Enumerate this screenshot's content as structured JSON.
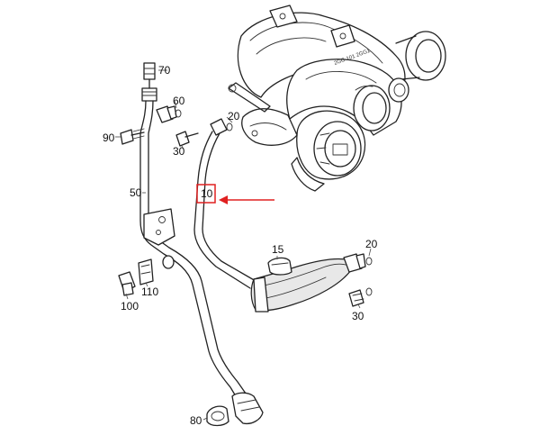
{
  "diagram": {
    "labels": {
      "p70": "70",
      "p60": "60",
      "p90": "90",
      "p20a": "20",
      "p30a": "30",
      "p50": "50",
      "p10": "10",
      "p15": "15",
      "p20b": "20",
      "p30b": "30",
      "p110": "110",
      "p100": "100",
      "p80": "80"
    },
    "housing_stamp": "2GG 101 2GG1",
    "highlight": {
      "color": "#e02020",
      "target": "10"
    },
    "colors": {
      "line": "#222222",
      "background": "#ffffff"
    }
  }
}
